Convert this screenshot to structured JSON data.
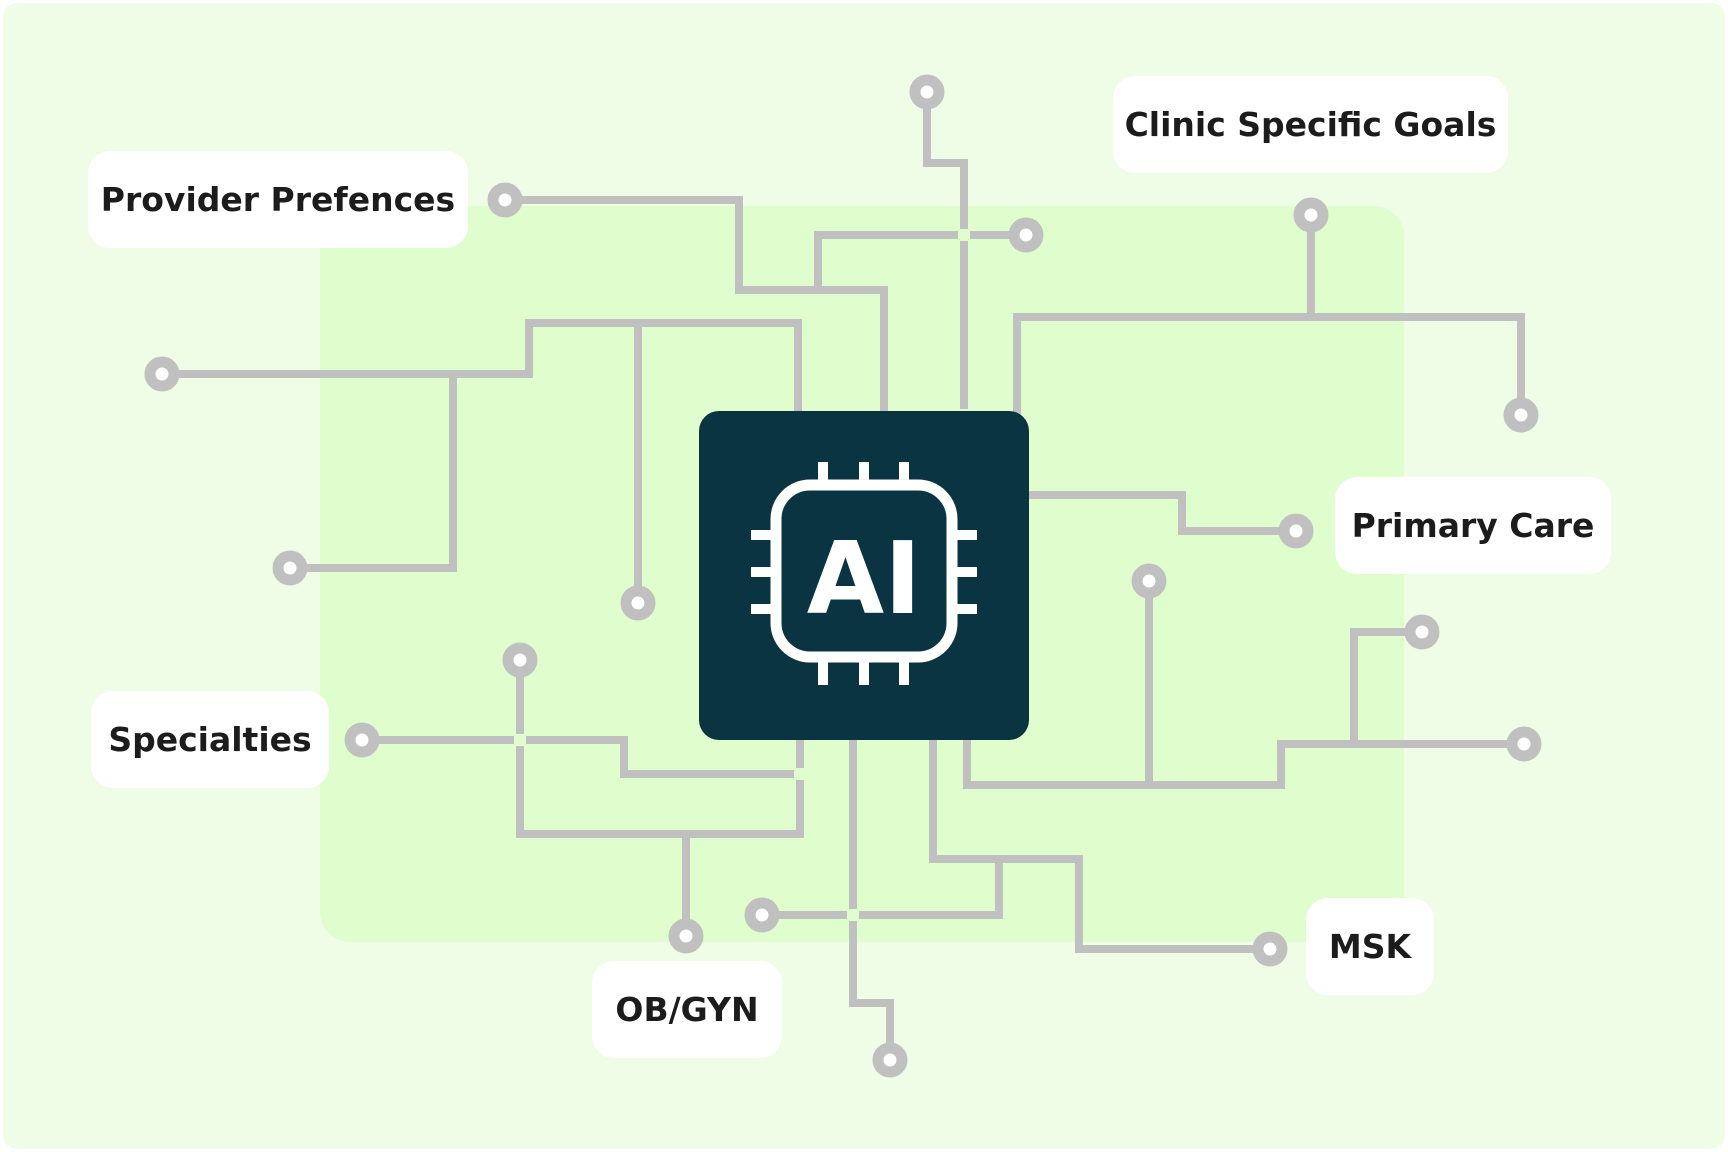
{
  "diagram": {
    "chip_text": "AI",
    "labels": {
      "provider_preferences": "Provider Prefences",
      "clinic_specific_goals": "Clinic Specific Goals",
      "primary_care": "Primary Care",
      "specialties": "Specialties",
      "msk": "MSK",
      "ob_gyn": "OB/GYN"
    },
    "colors": {
      "background_outer": "#ffffff",
      "background_light": "#effde6",
      "background_panel": "#e0fdcd",
      "trace": "#c0c0c0",
      "chip": "#0b3442",
      "chip_icon": "#ffffff",
      "label_box": "#ffffff",
      "label_text": "#1c1c1c"
    }
  }
}
